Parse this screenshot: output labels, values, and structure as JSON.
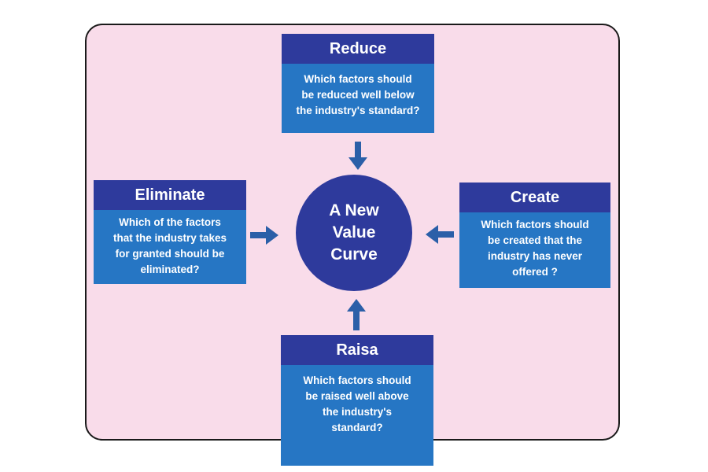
{
  "center": {
    "line1": "A New",
    "line2": "Value",
    "line3": "Curve"
  },
  "boxes": {
    "reduce": {
      "title": "Reduce",
      "lines": [
        "Which factors should",
        "be reduced well below",
        "the industry's standard?"
      ]
    },
    "eliminate": {
      "title": "Eliminate",
      "lines": [
        "Which of the factors",
        "that the industry takes",
        "for granted should be",
        "eliminated?"
      ]
    },
    "create": {
      "title": "Create",
      "lines": [
        "Which factors should",
        "be created that the",
        "industry has never",
        "offered ?"
      ]
    },
    "raise": {
      "title": "Raisa",
      "lines": [
        "Which factors should",
        "be raised well above",
        "the industry's",
        "standard?"
      ]
    }
  },
  "colors": {
    "background": "#f9dcea",
    "header": "#2e3a9c",
    "body": "#2676c4",
    "arrow": "#2b5fa8"
  }
}
